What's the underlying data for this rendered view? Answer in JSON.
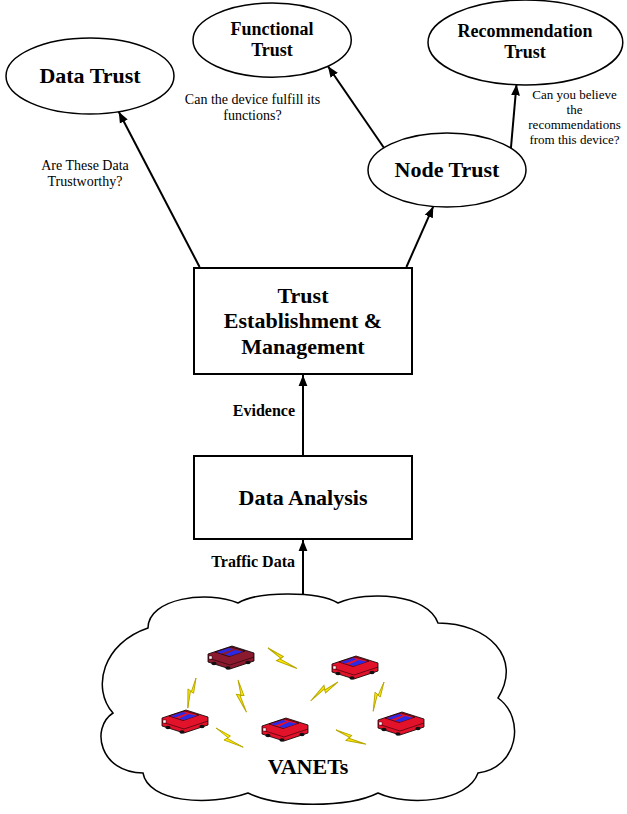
{
  "diagram": {
    "nodes": [
      {
        "text": [
          "Data Trust"
        ]
      },
      {
        "text": [
          "Functional Trust"
        ]
      },
      {
        "text": [
          "Recommendation Trust"
        ]
      },
      {
        "text": [
          "Node Trust"
        ]
      },
      {
        "text": [
          "Trust Establishment & Management"
        ]
      },
      {
        "text": [
          "Data Analysis"
        ]
      },
      {
        "text": [
          "VANETs"
        ]
      }
    ],
    "edges": [
      {
        "from": 6,
        "to": 5,
        "label": "Traffic Data",
        "arrow": "to"
      },
      {
        "from": 5,
        "to": 4,
        "label": "Evidence",
        "arrow": "to"
      },
      {
        "from": 4,
        "to": 0,
        "label": "Are These Data Trustworthy?",
        "arrow": "to"
      },
      {
        "from": 4,
        "to": 3,
        "arrow": "to"
      },
      {
        "from": 3,
        "to": 1,
        "label": "Can the device fulfill its functions?",
        "arrow": "to"
      },
      {
        "from": 3,
        "to": 2,
        "label": "Can you believe the recommendations from this device?",
        "arrow": "to"
      }
    ]
  }
}
